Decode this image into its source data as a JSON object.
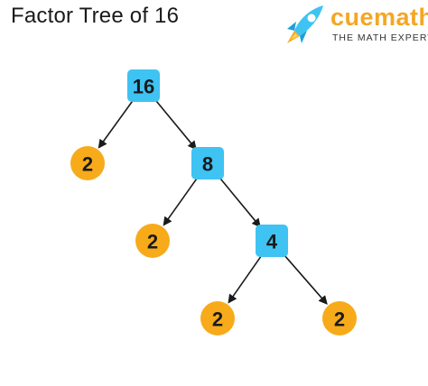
{
  "title": "Factor Tree of 16",
  "brand": {
    "name": "cuemath",
    "tagline": "THE MATH EXPERT",
    "color": "#f5a623"
  },
  "colors": {
    "composite_box": "#3ec3f3",
    "prime_circle": "#f7ab1a",
    "arrow": "#1a1a1a"
  },
  "tree": {
    "nodes": [
      {
        "id": "n16",
        "value": "16",
        "type": "composite"
      },
      {
        "id": "n2a",
        "value": "2",
        "type": "prime"
      },
      {
        "id": "n8",
        "value": "8",
        "type": "composite"
      },
      {
        "id": "n2b",
        "value": "2",
        "type": "prime"
      },
      {
        "id": "n4",
        "value": "4",
        "type": "composite"
      },
      {
        "id": "n2c",
        "value": "2",
        "type": "prime"
      },
      {
        "id": "n2d",
        "value": "2",
        "type": "prime"
      }
    ],
    "edges": [
      [
        "n16",
        "n2a"
      ],
      [
        "n16",
        "n8"
      ],
      [
        "n8",
        "n2b"
      ],
      [
        "n8",
        "n4"
      ],
      [
        "n4",
        "n2c"
      ],
      [
        "n4",
        "n2d"
      ]
    ]
  }
}
